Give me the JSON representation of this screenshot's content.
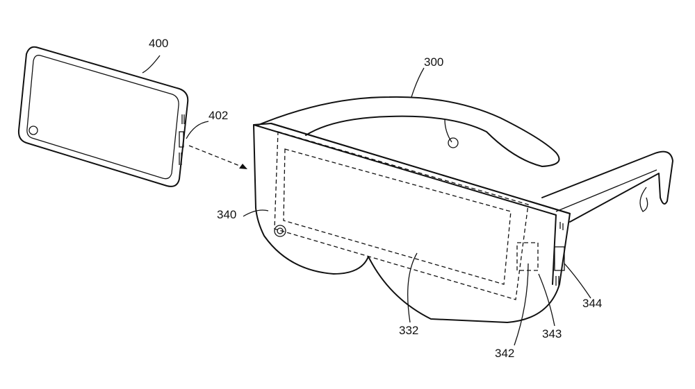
{
  "figure": {
    "labels": {
      "phone": "400",
      "phone_connector": "402",
      "headset": "300",
      "frame": "340",
      "display_area": "332",
      "connector_a": "342",
      "connector_b": "343",
      "connector_c": "344"
    }
  }
}
